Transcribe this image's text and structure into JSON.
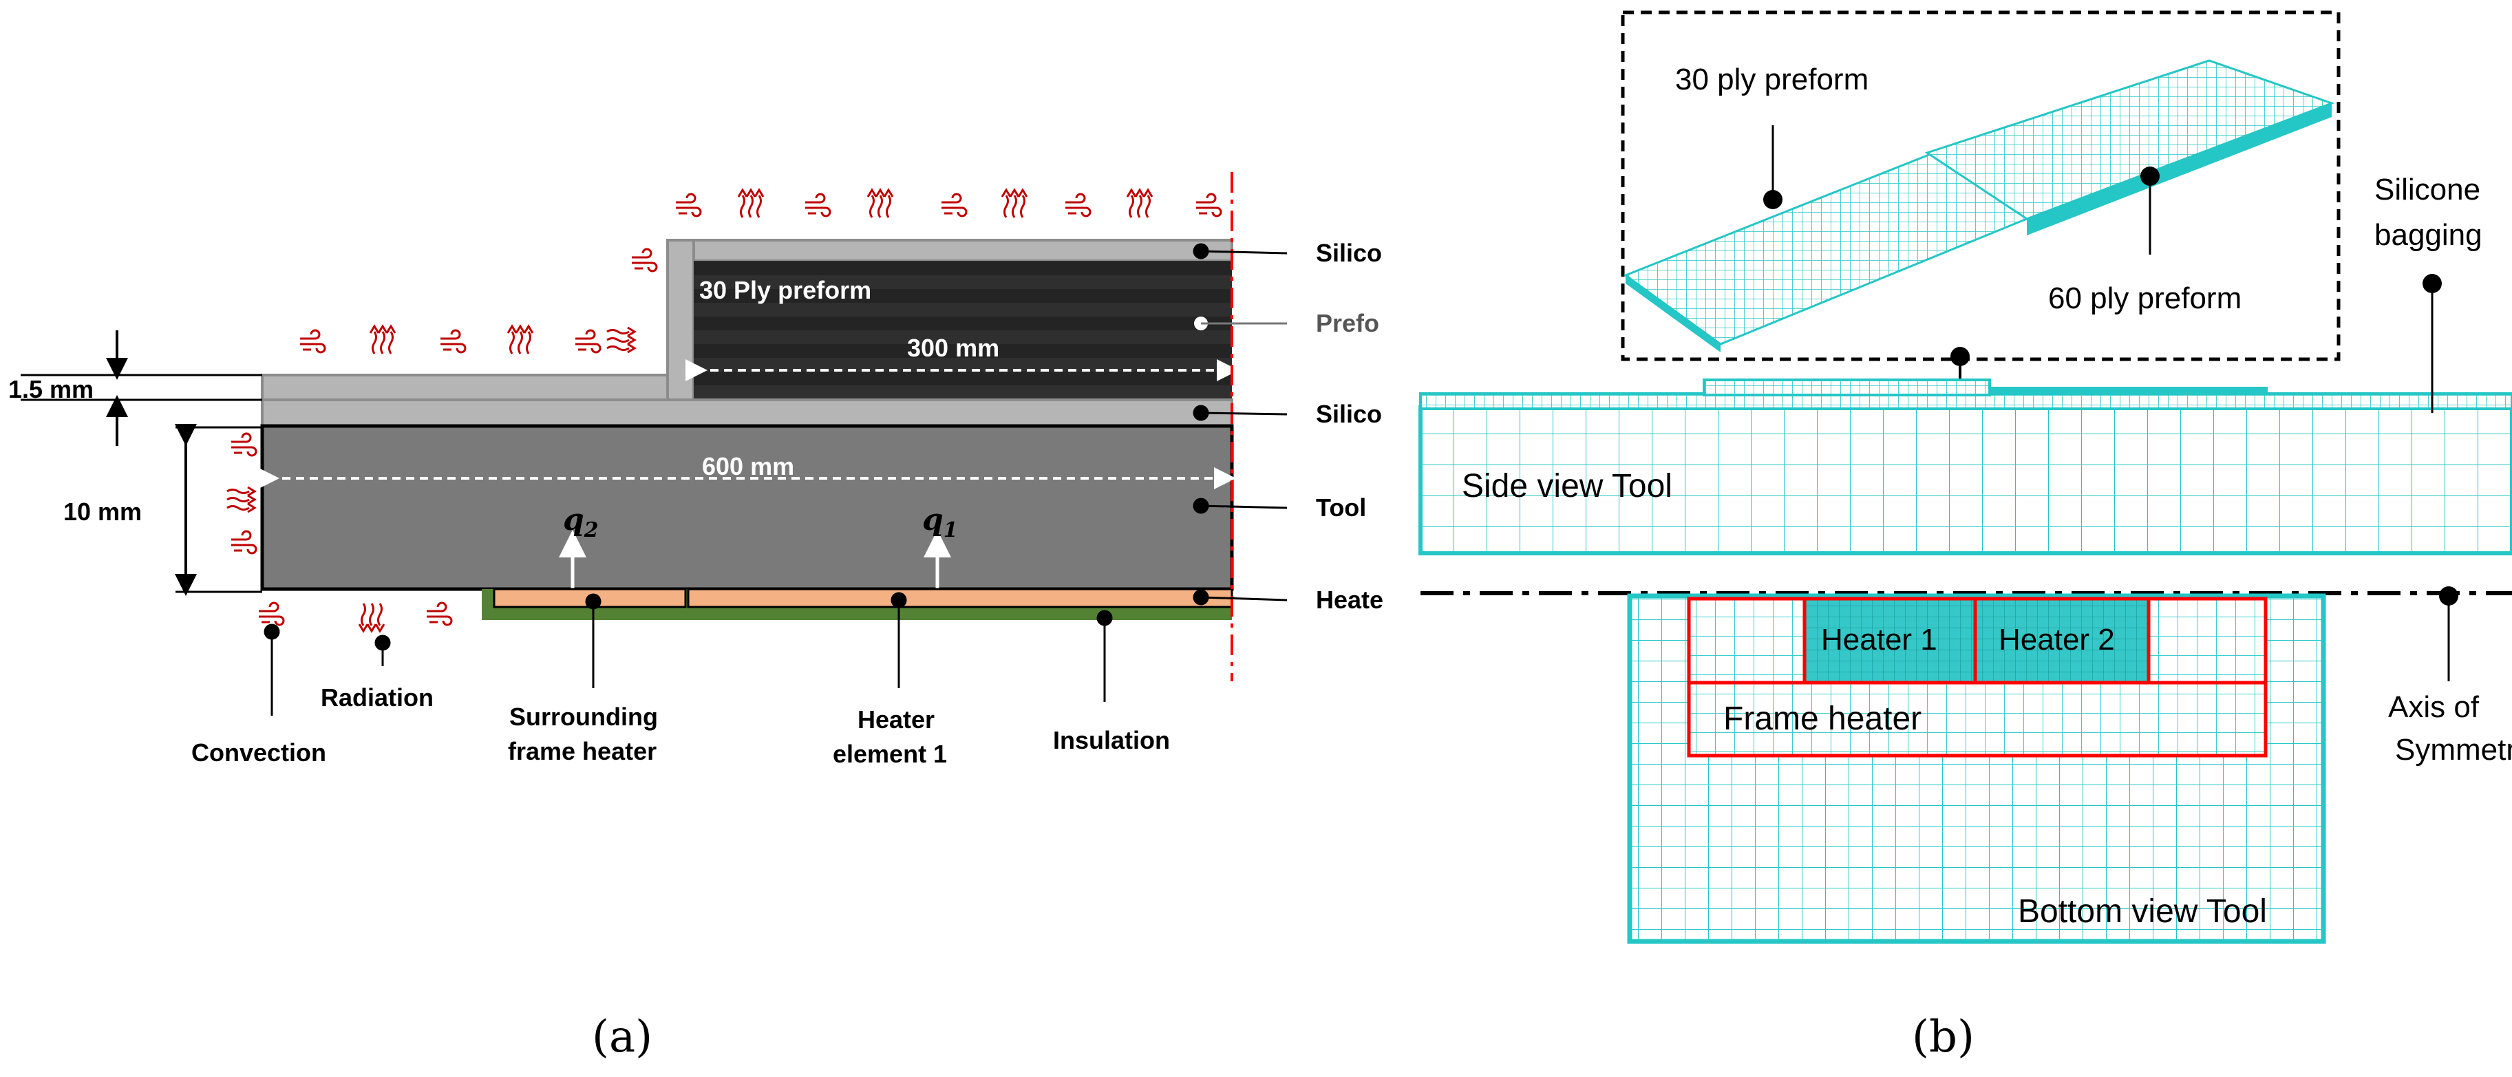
{
  "panel_a": {
    "caption": "(a)",
    "preform_label": "30 Ply preform",
    "dim_300": "300 mm",
    "dim_600": "600 mm",
    "dim_thickness": "1.5 mm",
    "dim_tool": "10 mm",
    "q1": "q",
    "q1_sub": "1",
    "q2": "q",
    "q2_sub": "2",
    "right_labels": [
      "Silico",
      "Prefo",
      "Silico",
      "Tool",
      "Heate"
    ],
    "bottom_labels": {
      "convection": "Convection",
      "radiation": "Radiation",
      "frame_heater_1": "Surrounding",
      "frame_heater_2": "frame heater",
      "heater_element_1": "Heater",
      "heater_element_2": "element 1",
      "insulation": "Insulation"
    }
  },
  "panel_b": {
    "caption": "(b)",
    "ply30": "30 ply preform",
    "ply60": "60 ply preform",
    "silicone_1": "Silicone",
    "silicone_2": "bagging",
    "side_view": "Side view Tool",
    "heater1": "Heater 1",
    "heater2": "Heater 2",
    "frame_heater": "Frame heater",
    "bottom_view": "Bottom view Tool",
    "axis_1": "Axis of",
    "axis_2": "Symmetry"
  },
  "colors": {
    "mesh": "#25c6c6",
    "tool": "#7a7a7a",
    "preform": "#2f2f2f",
    "silicone": "#b5b5b5",
    "heater": "#f4b183",
    "insulation": "#548235",
    "flux": "#c00000",
    "frame": "#ff0000"
  }
}
